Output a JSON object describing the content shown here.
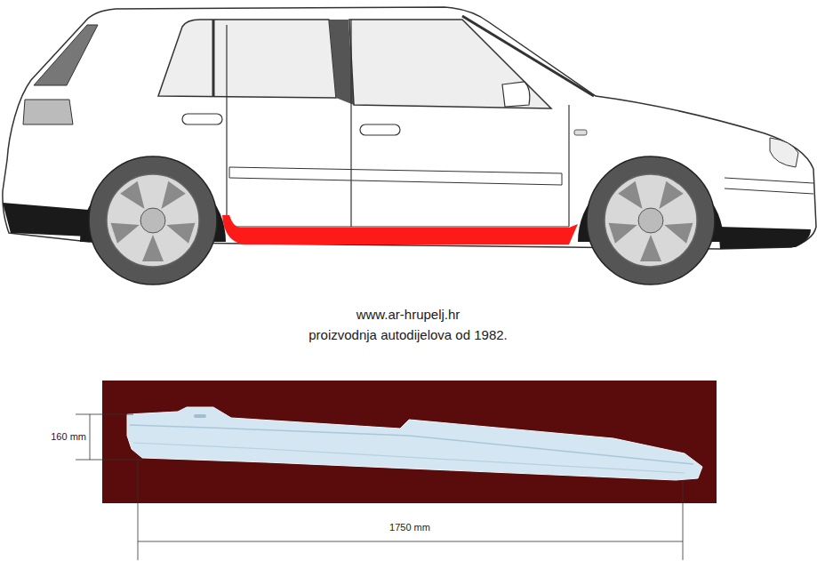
{
  "diagram": {
    "labels": [
      "www.ar-hrupelj.hr",
      "proizvodnja autodijelova od 1982.",
      "160 mm",
      "1750 mm"
    ]
  }
}
